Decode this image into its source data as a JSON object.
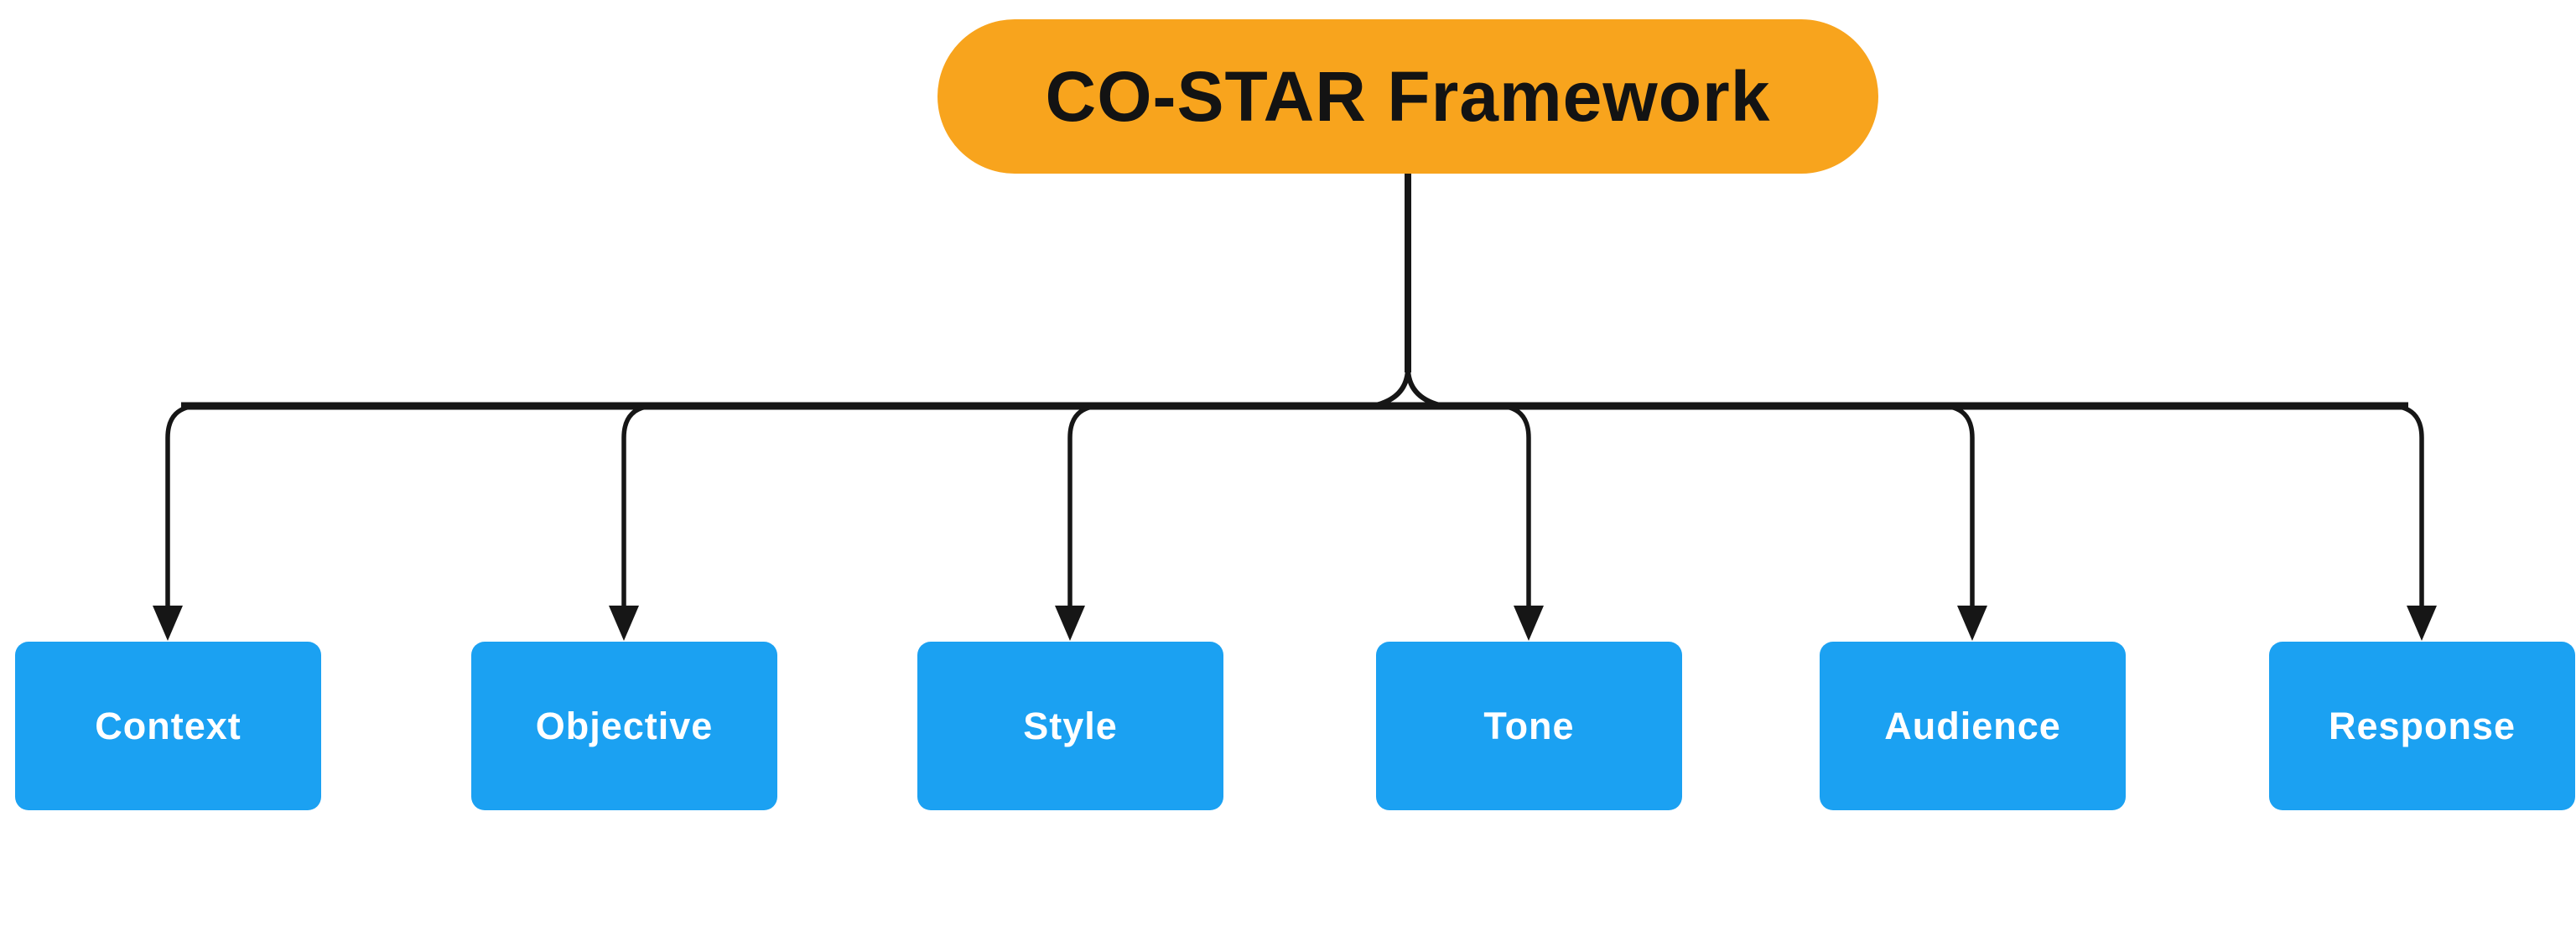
{
  "diagram": {
    "title": "CO-STAR Framework",
    "nodes": [
      {
        "label": "Context"
      },
      {
        "label": "Objective"
      },
      {
        "label": "Style"
      },
      {
        "label": "Tone"
      },
      {
        "label": "Audience"
      },
      {
        "label": "Response"
      }
    ],
    "colors": {
      "root_fill": "#F8A41D",
      "root_text": "#131313",
      "node_fill": "#1BA1F2",
      "node_text": "#FFFFFF",
      "connector": "#161616",
      "background": "#FFFFFF"
    }
  }
}
